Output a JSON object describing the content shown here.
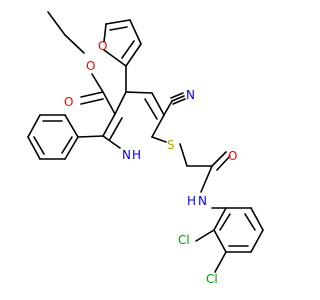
{
  "colors": {
    "bond": "#000000",
    "oxygen": "#ff0000",
    "nitrogen": "#0000ff",
    "chlorine": "#00a000",
    "sulfur": "#b8a400",
    "carbon_label": "#000000"
  },
  "atoms": {
    "o_ester_alkoxy": "O",
    "o_ester_carbonyl": "O",
    "o_furan": "O",
    "n_nitrile": "N",
    "nh_ring_n": "N",
    "nh_ring_h": "H",
    "s_thioether": "S",
    "o_amide": "O",
    "nh_amide_n": "N",
    "nh_amide_h": "H",
    "cl_1": "Cl",
    "cl_2": "Cl"
  }
}
